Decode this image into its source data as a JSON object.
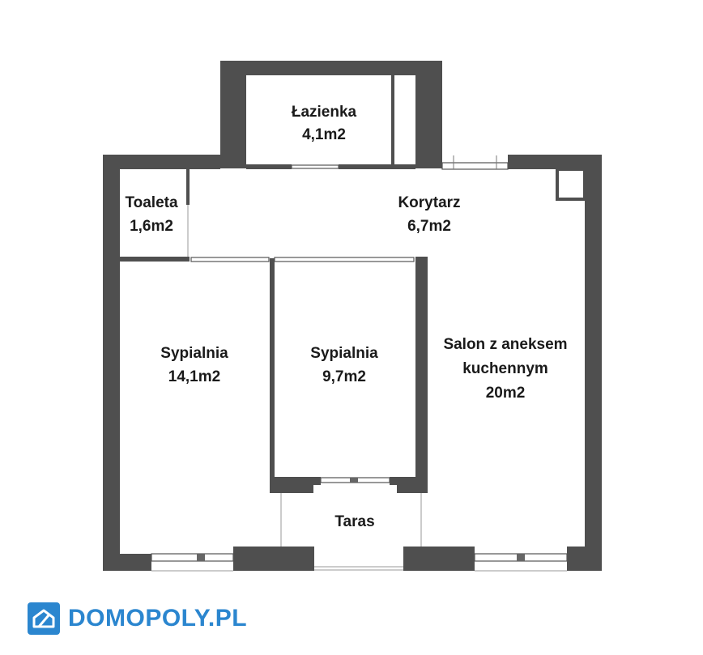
{
  "rooms": [
    {
      "id": "lazienka",
      "name": "Łazienka",
      "area": "4,1m2"
    },
    {
      "id": "toaleta",
      "name": "Toaleta",
      "area": "1,6m2"
    },
    {
      "id": "korytarz",
      "name": "Korytarz",
      "area": "6,7m2"
    },
    {
      "id": "sypialnia1",
      "name": "Sypialnia",
      "area": "14,1m2"
    },
    {
      "id": "sypialnia2",
      "name": "Sypialnia",
      "area": "9,7m2"
    },
    {
      "id": "salon",
      "name_line1": "Salon z aneksem",
      "name_line2": "kuchennym",
      "area": "20m2"
    },
    {
      "id": "taras",
      "name": "Taras"
    }
  ],
  "brand": {
    "name": "DOMOPOLY.PL",
    "icon": "house-logo-icon",
    "color": "#2b86cf"
  },
  "colors": {
    "wall": "#4f4f4f",
    "background": "#ffffff",
    "text": "#1a1a1a"
  }
}
